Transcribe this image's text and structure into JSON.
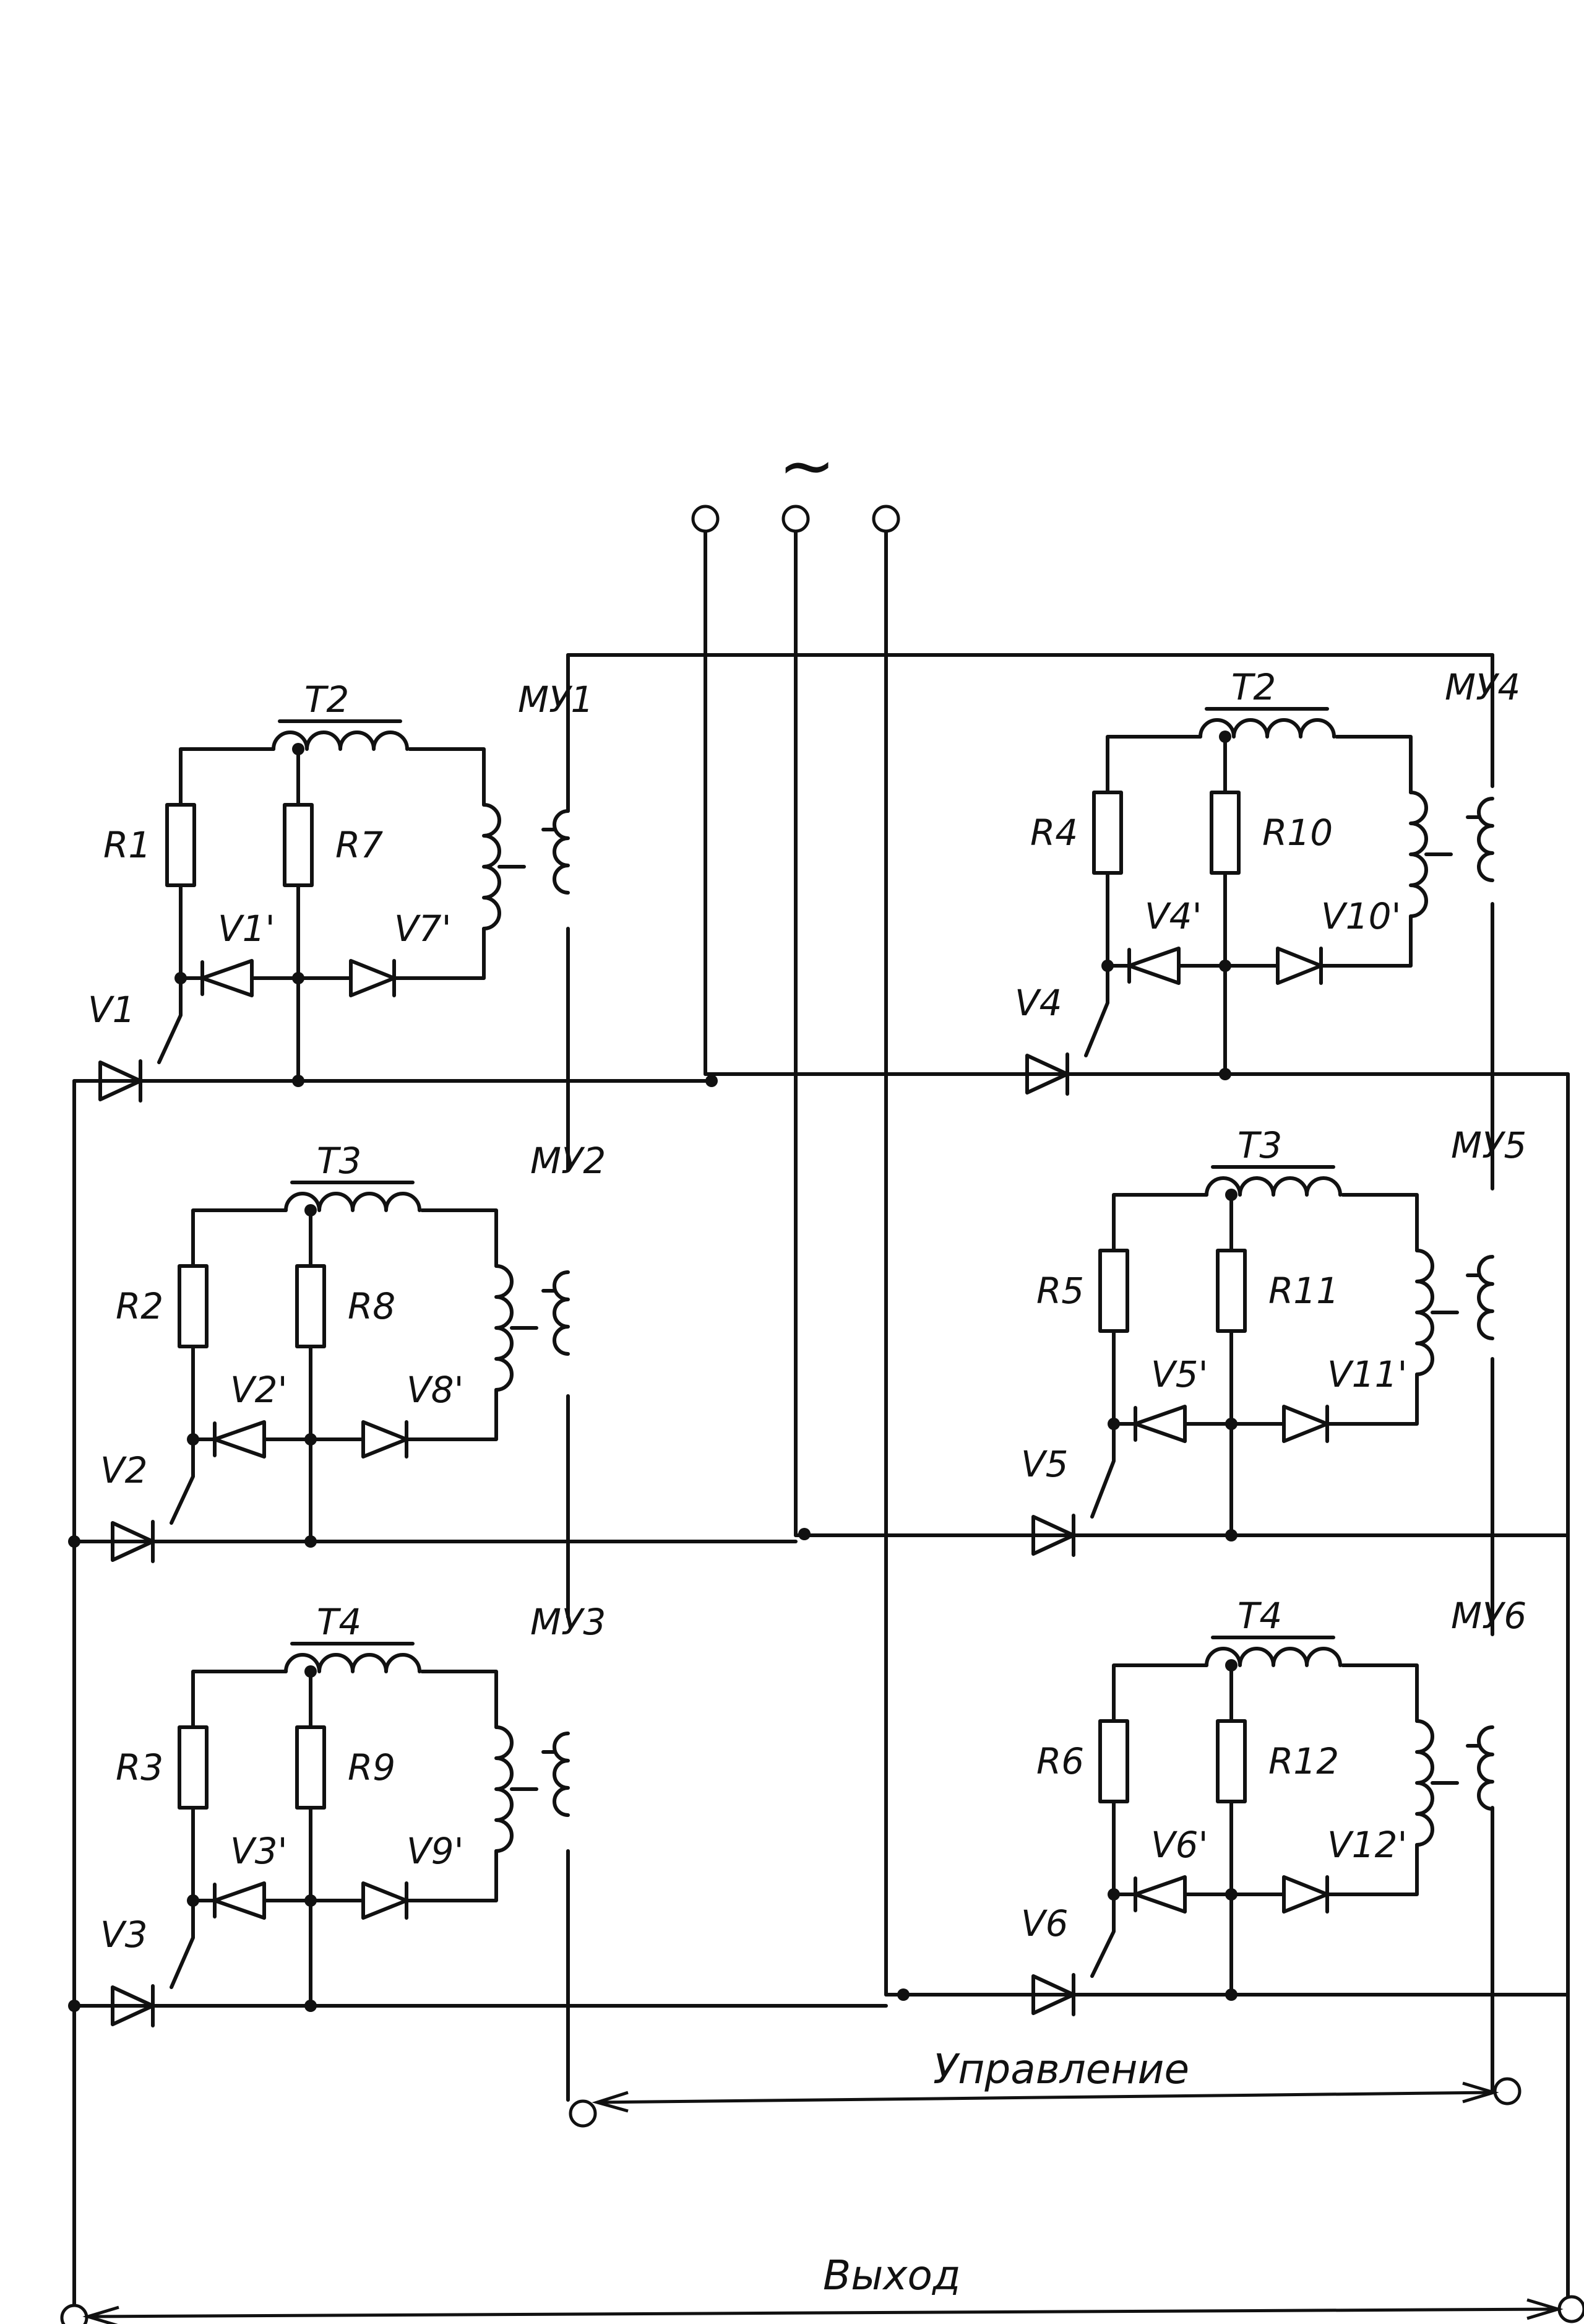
{
  "supply_symbol": "~",
  "bottom_labels": {
    "control": "Управление",
    "output": "Выход"
  },
  "colors": {
    "ink": "#111111",
    "paper": "#ffffff"
  },
  "units": [
    {
      "amp": "МУ1",
      "tr": "T2",
      "ra": "R1",
      "rb": "R7",
      "dv": "V1'",
      "dw": "V7'",
      "v": "V1"
    },
    {
      "amp": "МУ2",
      "tr": "T3",
      "ra": "R2",
      "rb": "R8",
      "dv": "V2'",
      "dw": "V8'",
      "v": "V2"
    },
    {
      "amp": "МУ3",
      "tr": "T4",
      "ra": "R3",
      "rb": "R9",
      "dv": "V3'",
      "dw": "V9'",
      "v": "V3"
    },
    {
      "amp": "МУ4",
      "tr": "T2",
      "ra": "R4",
      "rb": "R10",
      "dv": "V4'",
      "dw": "V10'",
      "v": "V4"
    },
    {
      "amp": "МУ5",
      "tr": "T3",
      "ra": "R5",
      "rb": "R11",
      "dv": "V5'",
      "dw": "V11'",
      "v": "V5"
    },
    {
      "amp": "МУ6",
      "tr": "T4",
      "ra": "R6",
      "rb": "R12",
      "dv": "V6'",
      "dw": "V12'",
      "v": "V6"
    }
  ]
}
